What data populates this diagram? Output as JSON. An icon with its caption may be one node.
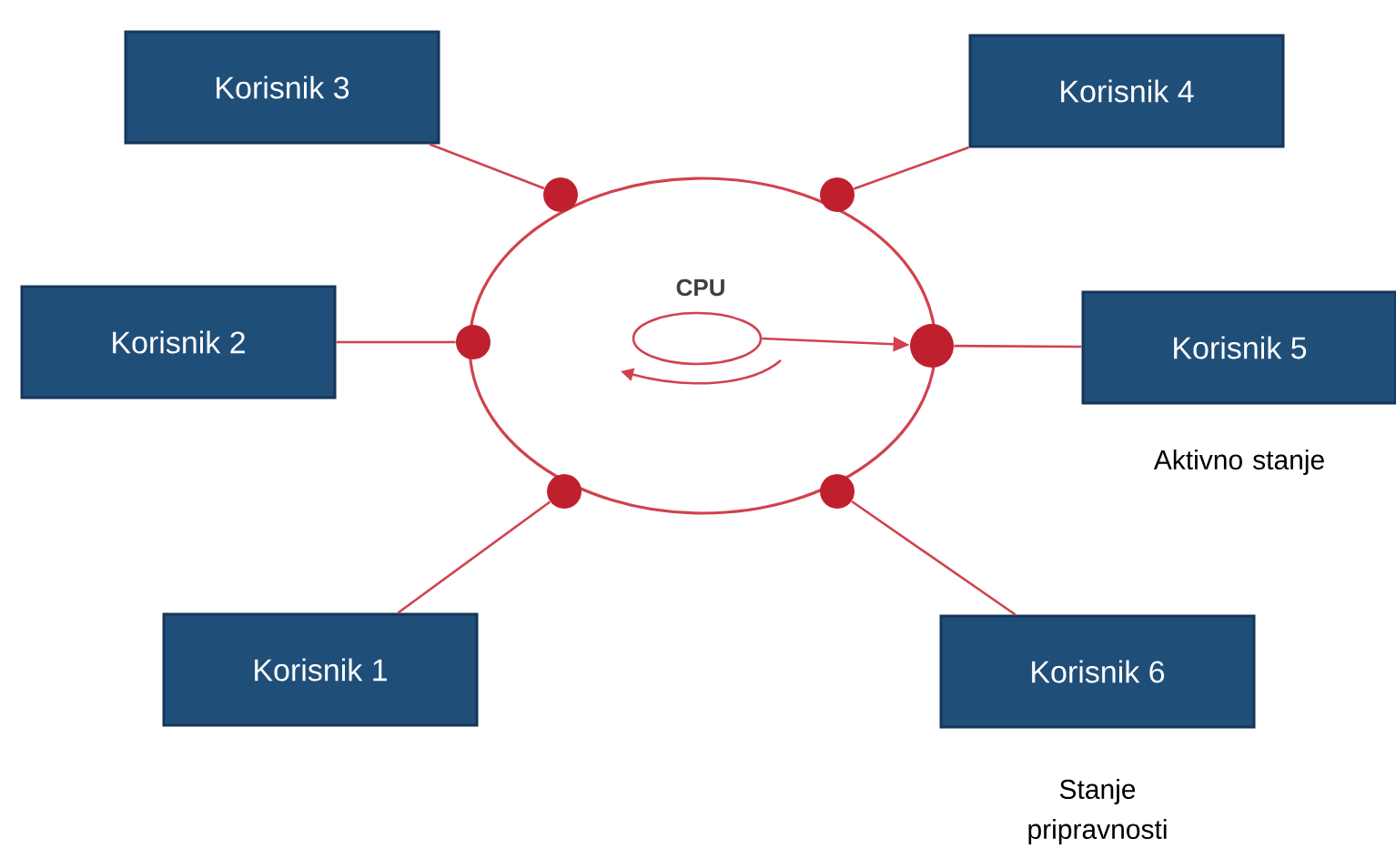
{
  "diagram": {
    "nodes": [
      {
        "text": [
          "Korisnik 3"
        ]
      },
      {
        "text": [
          "Korisnik 4"
        ]
      },
      {
        "text": [
          "Korisnik 2"
        ]
      },
      {
        "text": [
          "CPU"
        ]
      },
      {
        "text": [
          "Korisnik 5"
        ],
        "beside": [
          "Aktivno stanje"
        ]
      },
      {
        "text": [
          "Korisnik 1"
        ]
      },
      {
        "text": [
          "Korisnik 6"
        ],
        "beside": [
          "Stanje pripravnosti"
        ]
      },
      {
        "text": [],
        "shape": "circle"
      },
      {
        "text": [],
        "shape": "circle"
      },
      {
        "text": [],
        "shape": "circle"
      },
      {
        "text": [],
        "shape": "ellipse"
      },
      {
        "text": [],
        "shape": "circle"
      },
      {
        "text": [],
        "shape": "circle"
      },
      {
        "text": [],
        "shape": "circle"
      }
    ],
    "edges": [
      {
        "from": 0,
        "to": 7,
        "arrow": "none"
      },
      {
        "from": 1,
        "to": 8,
        "arrow": "none"
      },
      {
        "from": 2,
        "to": 9,
        "arrow": "none"
      },
      {
        "from": 10,
        "to": 11,
        "arrow": "to"
      },
      {
        "from": 11,
        "to": 4,
        "arrow": "none"
      },
      {
        "from": 5,
        "to": 12,
        "arrow": "none"
      },
      {
        "from": 6,
        "to": 13,
        "arrow": "none"
      }
    ]
  }
}
